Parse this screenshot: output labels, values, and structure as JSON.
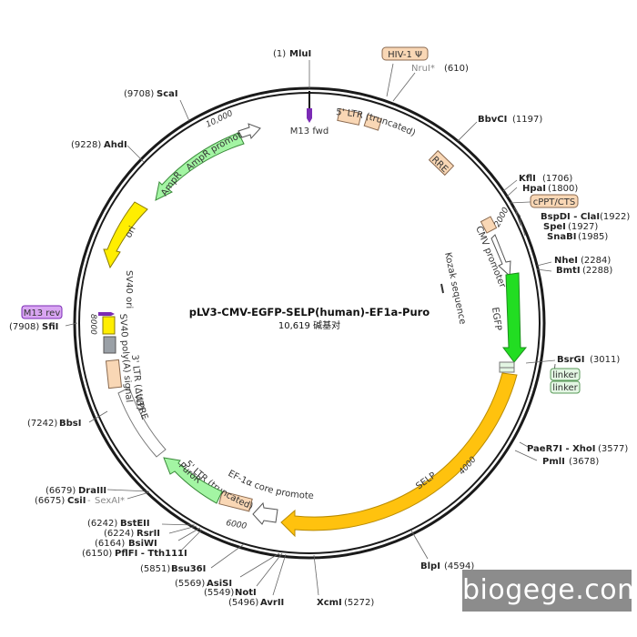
{
  "plasmid": {
    "name": "pLV3-CMV-EGFP-SELP(human)-EF1a-Puro",
    "size": "10,619 碱基对"
  },
  "sites": [
    {
      "id": "mlui",
      "pos": "(1)",
      "name": "MluI"
    },
    {
      "id": "nrui",
      "pos": "(610)",
      "name": "NruI*"
    },
    {
      "id": "bbvci",
      "pos": "(1197)",
      "name": "BbvCI"
    },
    {
      "id": "kfli",
      "pos": "(1706)",
      "name": "KflI"
    },
    {
      "id": "hpai",
      "pos": "(1800)",
      "name": "HpaI"
    },
    {
      "id": "bspdi",
      "pos": "(1922)",
      "name": "BspDI - ClaI"
    },
    {
      "id": "spei",
      "pos": "(1927)",
      "name": "SpeI"
    },
    {
      "id": "snabi",
      "pos": "(1985)",
      "name": "SnaBI"
    },
    {
      "id": "nhei",
      "pos": "(2284)",
      "name": "NheI"
    },
    {
      "id": "bmti",
      "pos": "(2288)",
      "name": "BmtI"
    },
    {
      "id": "bsrgi",
      "pos": "(3011)",
      "name": "BsrGI"
    },
    {
      "id": "paer7i",
      "pos": "(3577)",
      "name": "PaeR7I - XhoI"
    },
    {
      "id": "pmli",
      "pos": "(3678)",
      "name": "PmlI"
    },
    {
      "id": "blpi",
      "pos": "(4594)",
      "name": "BlpI"
    },
    {
      "id": "xcmi",
      "pos": "(5272)",
      "name": "XcmI"
    },
    {
      "id": "avrii",
      "pos": "(5496)",
      "name": "AvrII"
    },
    {
      "id": "noti",
      "pos": "(5549)",
      "name": "NotI"
    },
    {
      "id": "asisi",
      "pos": "(5569)",
      "name": "AsiSI"
    },
    {
      "id": "bsu36i",
      "pos": "(5851)",
      "name": "Bsu36I"
    },
    {
      "id": "pflfi",
      "pos": "(6150)",
      "name": "PflFI - Tth111I"
    },
    {
      "id": "bsiwi",
      "pos": "(6164)",
      "name": "BsiWI"
    },
    {
      "id": "rsrii",
      "pos": "(6224)",
      "name": "RsrII"
    },
    {
      "id": "bsteii",
      "pos": "(6242)",
      "name": "BstEII"
    },
    {
      "id": "csii",
      "pos": "(6675)",
      "name": "CsiI"
    },
    {
      "id": "sexai",
      "pos": "",
      "name": "SexAI*"
    },
    {
      "id": "draiii",
      "pos": "(6679)",
      "name": "DraIII"
    },
    {
      "id": "bbsi",
      "pos": "(7242)",
      "name": "BbsI"
    },
    {
      "id": "sfii",
      "pos": "(7908)",
      "name": "SfiI"
    },
    {
      "id": "ahdi",
      "pos": "(9228)",
      "name": "AhdI"
    },
    {
      "id": "scai",
      "pos": "(9708)",
      "name": "ScaI"
    }
  ],
  "features": {
    "hiv1": "HIV-1 Ψ",
    "cppt": "cPPT/CTS",
    "m13rev": "M13 rev",
    "linker1": "linker",
    "linker2": "linker",
    "m13fwd": "M13 fwd",
    "ltr5": "5' LTR (truncated)",
    "rre": "RRE",
    "cmv": "CMV promoter",
    "kozak": "Kozak sequence",
    "egfp": "EGFP",
    "selp": "SELP",
    "ef1a": "EF-1α core promoter",
    "ltr5b": "5' LTR (truncated)",
    "puror": "PuroR",
    "wpre": "WPRE",
    "ltr3": "3' LTR (ΔU3)",
    "sv40polya": "SV40 poly(A) signal",
    "sv40ori": "SV40 ori",
    "ori": "ori",
    "ampr": "AmpR",
    "amprprom": "AmpR promoter"
  },
  "ticks": [
    "2000",
    "4000",
    "6000",
    "8000",
    "10,000"
  ],
  "watermark": "biogege.com",
  "colors": {
    "egfp": "#22dd22",
    "selp": "#ffc20e",
    "ampr": "#a3f5a3",
    "ori": "#ffee00",
    "ltr": "#f9d7b5",
    "linker": "#e3f6e3",
    "m13": "#d9a6f2",
    "m13_arrow": "#7b2bb5"
  }
}
